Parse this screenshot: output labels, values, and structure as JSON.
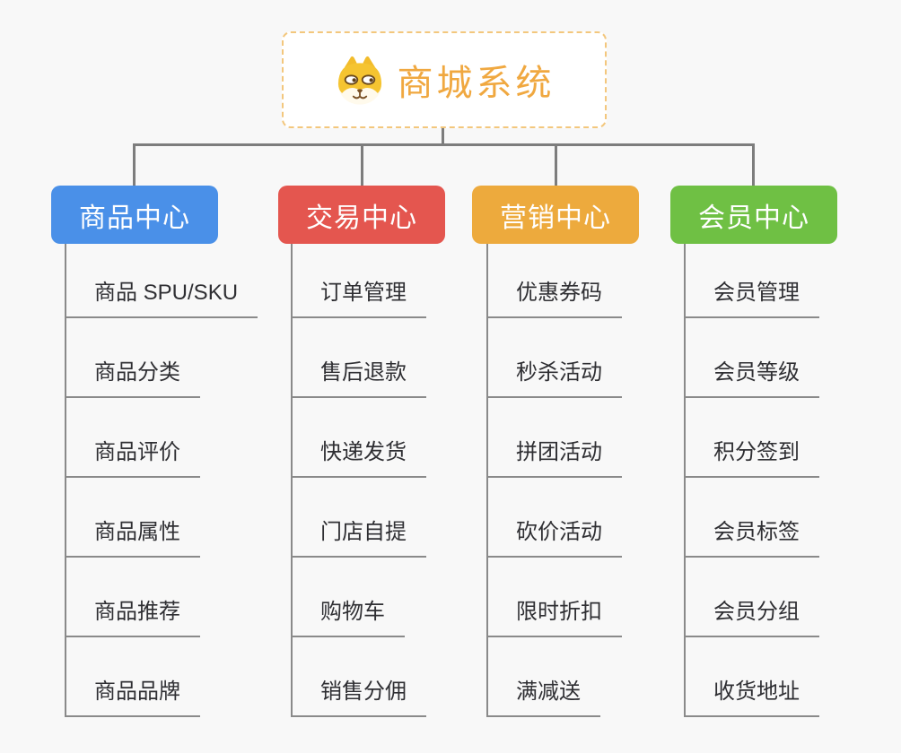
{
  "page": {
    "background_color": "#f8f8f8",
    "connector_color": "#7d7d7d"
  },
  "root": {
    "title": "商城系统",
    "icon": "dog-face-icon",
    "text_color": "#f0a840",
    "border_color": "#f3c77d"
  },
  "branches": [
    {
      "label": "商品中心",
      "color": "#4a90e8",
      "children": [
        "商品 SPU/SKU",
        "商品分类",
        "商品评价",
        "商品属性",
        "商品推荐",
        "商品品牌"
      ]
    },
    {
      "label": "交易中心",
      "color": "#e4564f",
      "children": [
        "订单管理",
        "售后退款",
        "快递发货",
        "门店自提",
        "购物车",
        "销售分佣"
      ]
    },
    {
      "label": "营销中心",
      "color": "#edaa3d",
      "children": [
        "优惠券码",
        "秒杀活动",
        "拼团活动",
        "砍价活动",
        "限时折扣",
        "满减送"
      ]
    },
    {
      "label": "会员中心",
      "color": "#6fc044",
      "children": [
        "会员管理",
        "会员等级",
        "积分签到",
        "会员标签",
        "会员分组",
        "收货地址"
      ]
    }
  ]
}
